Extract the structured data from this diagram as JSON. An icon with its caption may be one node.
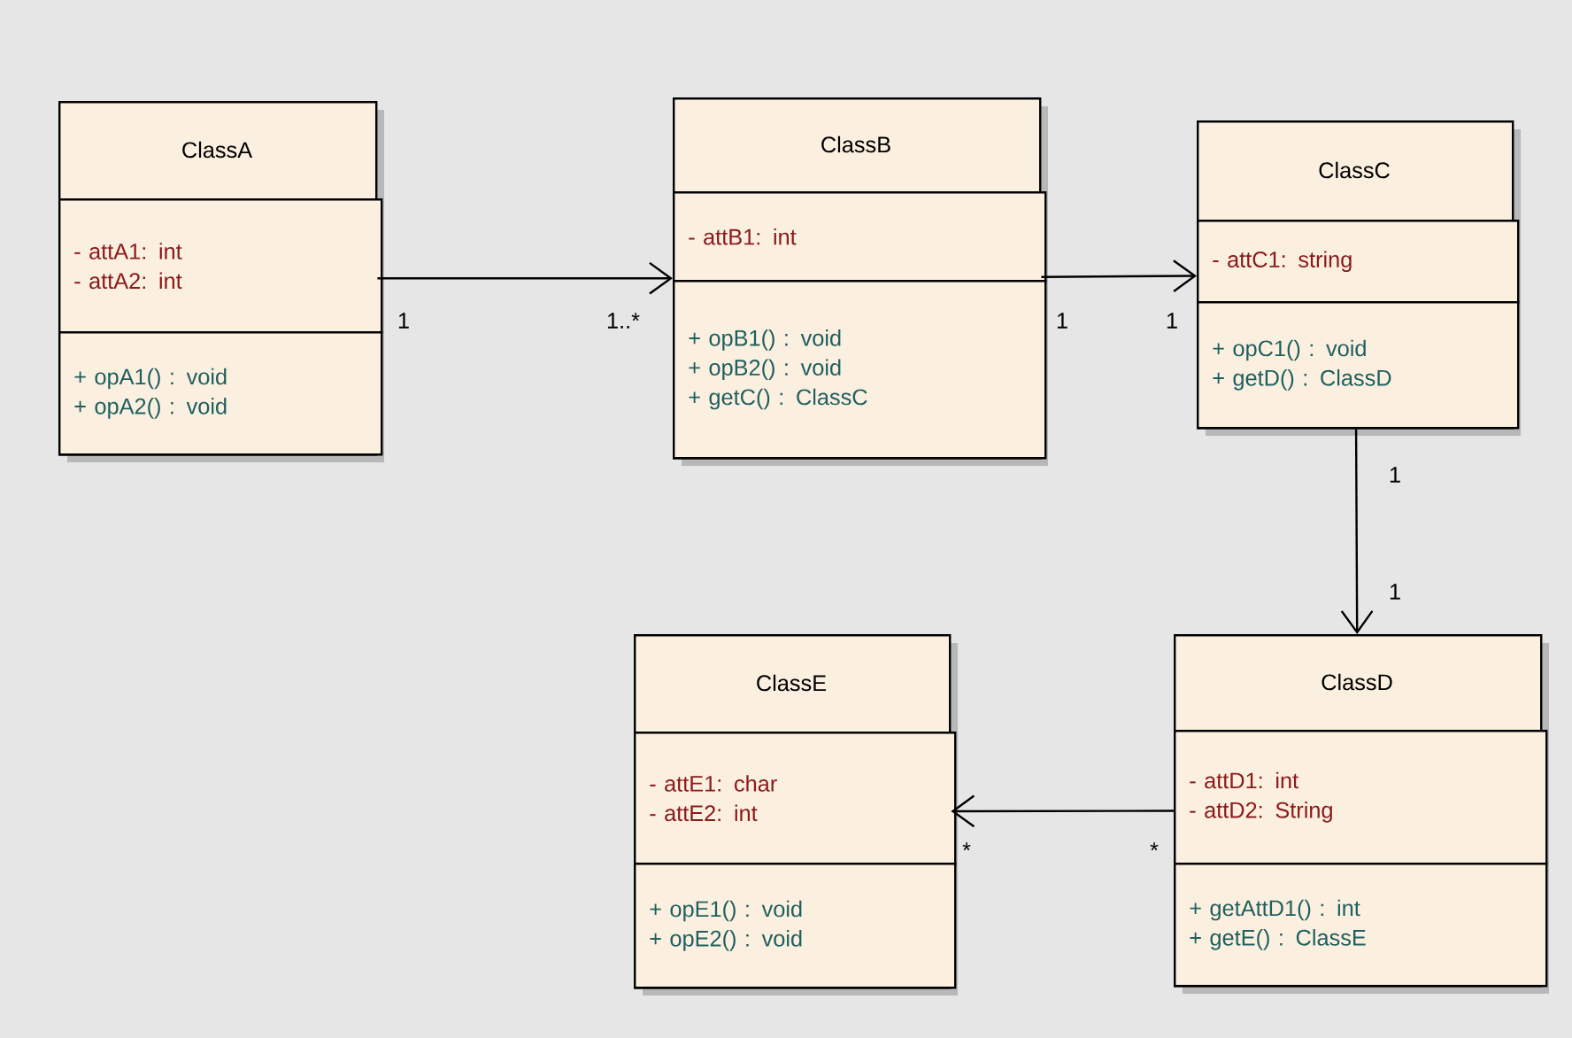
{
  "diagram": {
    "nodes": [
      {
        "text": [
          "ClassA"
        ]
      },
      {
        "text": [
          "- attA1: int",
          "- attA2: int"
        ],
        "in": 0
      },
      {
        "text": [
          "+ opA1() : void",
          "+ opA2() : void"
        ],
        "in": 0
      },
      {
        "text": [
          "ClassB"
        ]
      },
      {
        "text": [
          "- attB1: int"
        ],
        "in": 3
      },
      {
        "text": [
          "+ opB1() : void",
          "+ opB2() : void",
          "+ getC() : ClassC"
        ],
        "in": 3
      },
      {
        "text": [
          "ClassC"
        ]
      },
      {
        "text": [
          "- attC1: string"
        ],
        "in": 6
      },
      {
        "text": [
          "+ opC1() : void",
          "+ getD() : ClassD"
        ],
        "in": 6
      },
      {
        "text": [
          "ClassE"
        ]
      },
      {
        "text": [
          "- attE1: char",
          "- attE2: int"
        ],
        "in": 9
      },
      {
        "text": [
          "+ opE1() : void",
          "+ opE2() : void"
        ],
        "in": 9
      },
      {
        "text": [
          "ClassD"
        ]
      },
      {
        "text": [
          "- attD1: int",
          "- attD2: String"
        ],
        "in": 12
      },
      {
        "text": [
          "+ getAttD1() : int",
          "+ getE() : ClassE"
        ],
        "in": 12
      }
    ],
    "edges": [
      {
        "from": 0,
        "to": 3,
        "arrow": "to"
      },
      {
        "from": 3,
        "to": 6,
        "arrow": "to"
      },
      {
        "from": 6,
        "to": 12,
        "arrow": "to"
      },
      {
        "from": 12,
        "to": 9,
        "arrow": "to"
      }
    ],
    "labels": [
      "1",
      "1..*",
      "1",
      "1",
      "1",
      "1",
      "*",
      "*"
    ]
  }
}
